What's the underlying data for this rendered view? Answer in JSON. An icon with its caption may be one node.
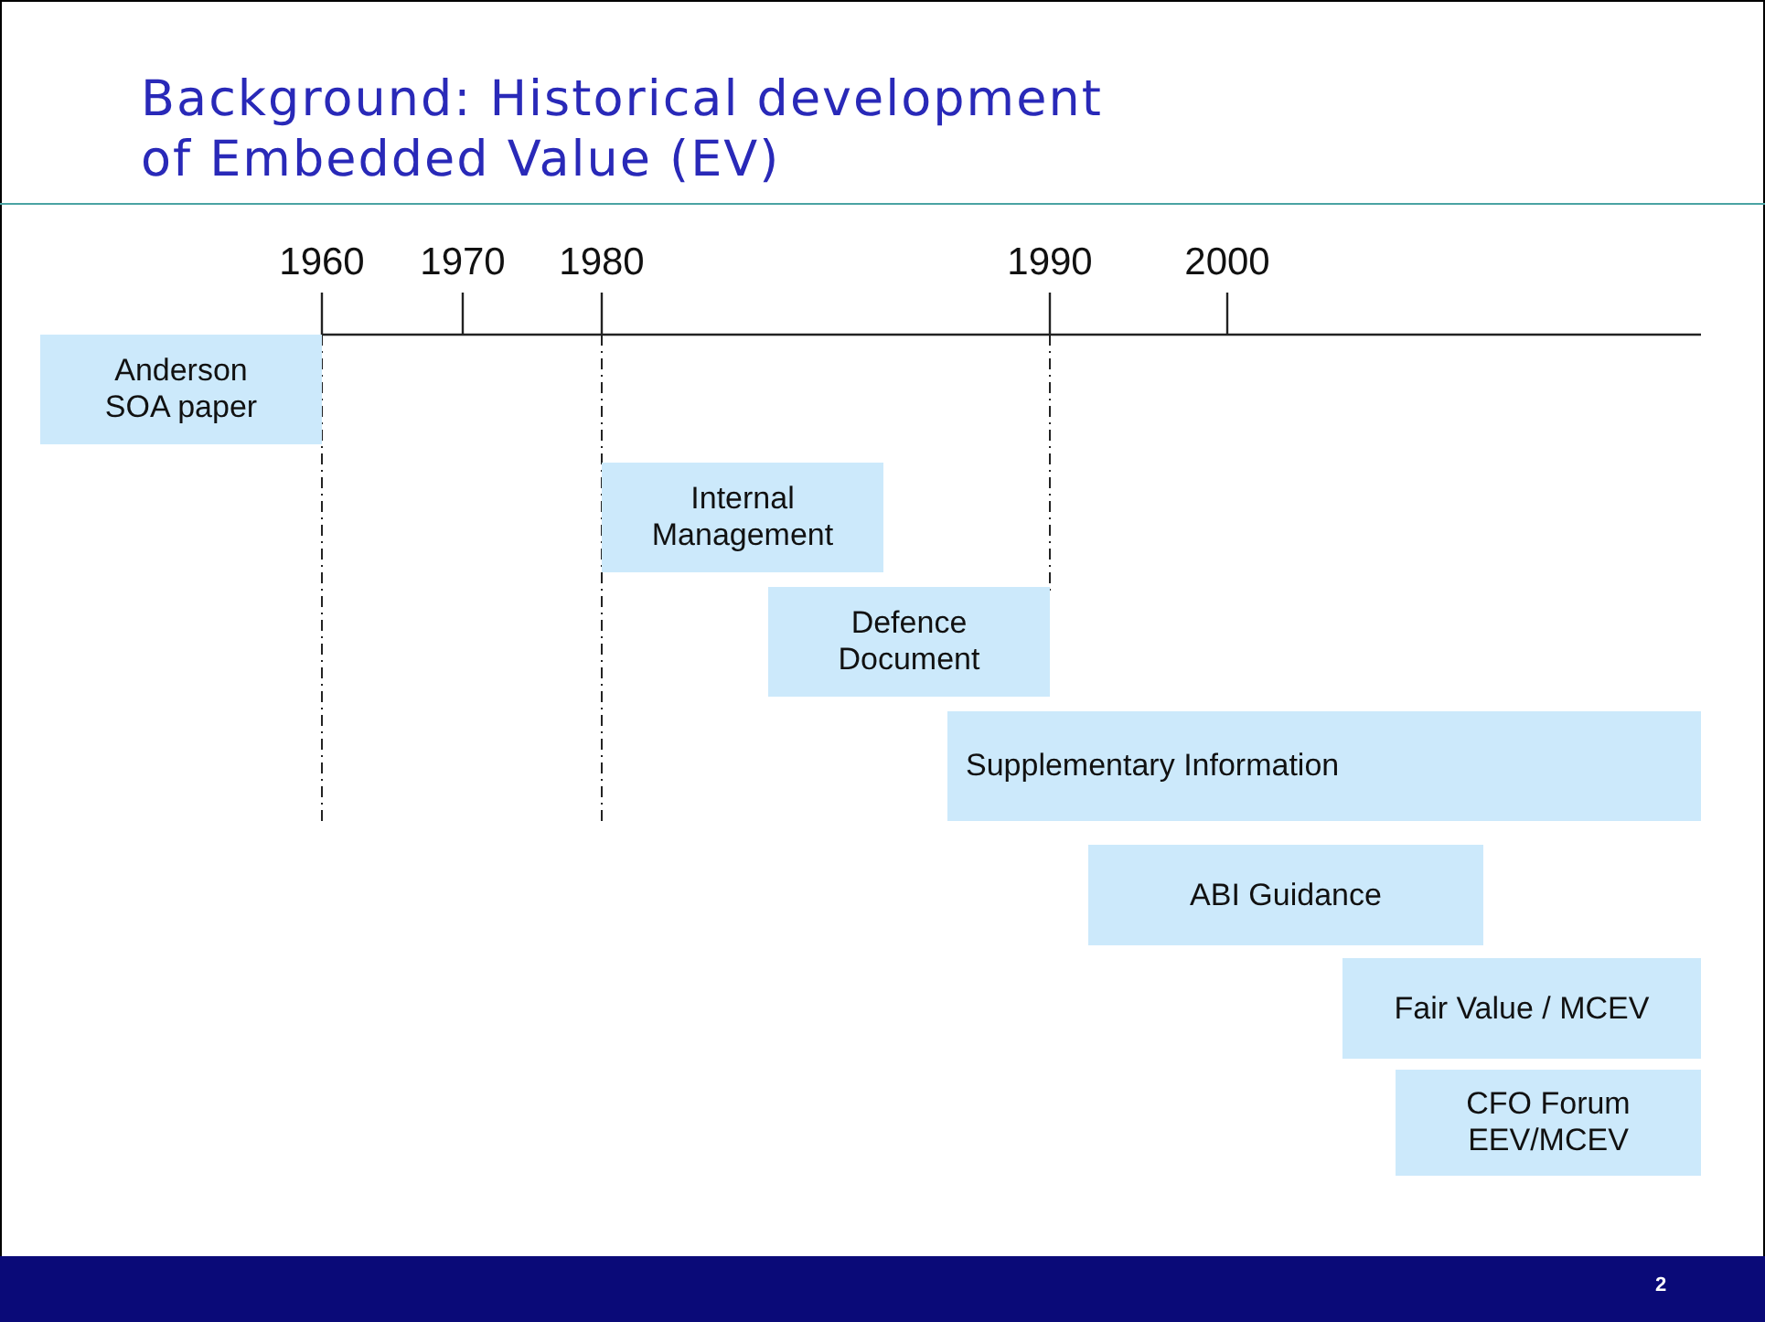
{
  "diagram": {
    "title": "Background: Historical development of Embedded Value (EV)",
    "nodes": [
      {
        "text": [
          "Anderson SOA paper"
        ]
      },
      {
        "text": [
          "Internal Management"
        ]
      },
      {
        "text": [
          "Defence Document"
        ]
      },
      {
        "text": [
          "Supplementary Information"
        ]
      },
      {
        "text": [
          "ABI Guidance"
        ]
      },
      {
        "text": [
          "Fair Value / MCEV"
        ]
      },
      {
        "text": [
          "CFO Forum EEV/MCEV"
        ]
      }
    ],
    "edges": [],
    "labels": [
      "1960",
      "1970",
      "1980",
      "1990",
      "2000",
      "2"
    ]
  }
}
